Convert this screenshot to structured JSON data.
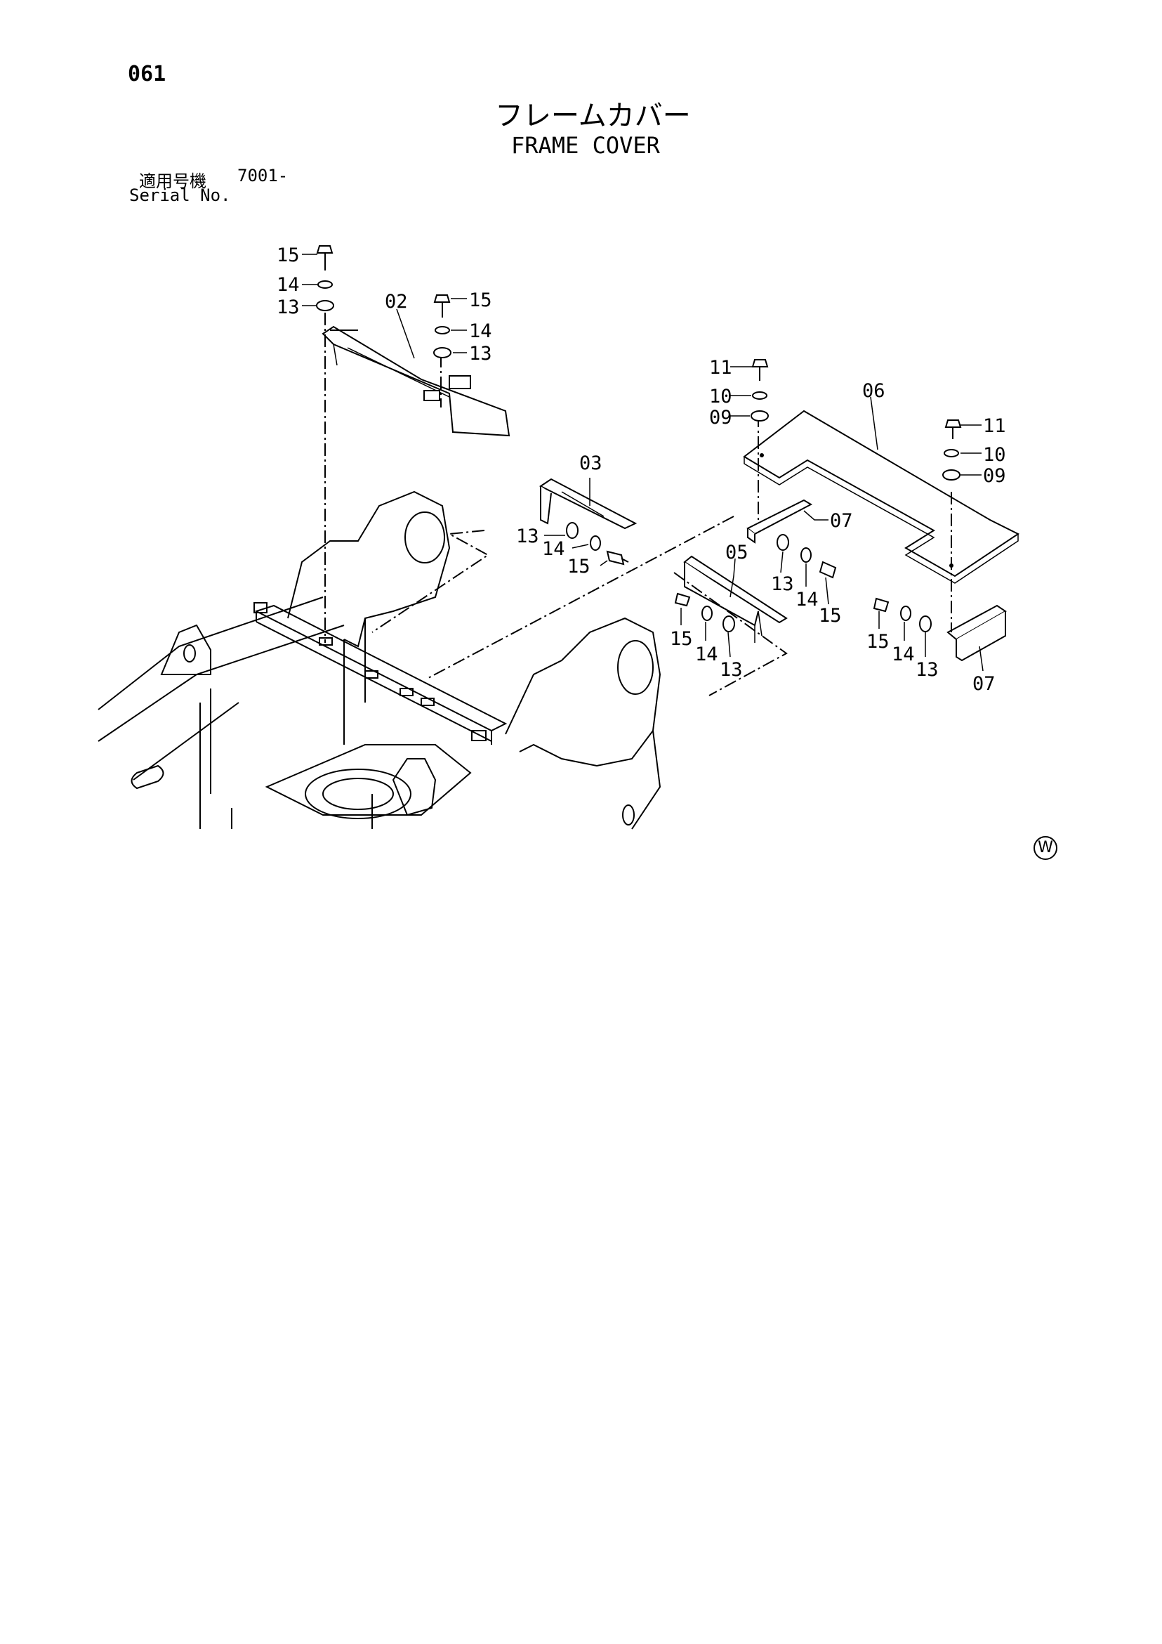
{
  "header": {
    "page_number": "061",
    "title_jp": "フレームカバー",
    "title_en": "FRAME COVER",
    "serial_label_jp": "適用号機",
    "serial_value": "7001-",
    "serial_label_en": "Serial No."
  },
  "callouts": {
    "c02": "02",
    "c03": "03",
    "c05": "05",
    "c06": "06",
    "c07a": "07",
    "c07b": "07",
    "c09a": "09",
    "c09b": "09",
    "c10a": "10",
    "c10b": "10",
    "c11a": "11",
    "c11b": "11",
    "c13a": "13",
    "c13b": "13",
    "c13c": "13",
    "c13d": "13",
    "c13e": "13",
    "c13f": "13",
    "c14a": "14",
    "c14b": "14",
    "c14c": "14",
    "c14d": "14",
    "c14e": "14",
    "c14f": "14",
    "c15a": "15",
    "c15b": "15",
    "c15c": "15",
    "c15d": "15",
    "c15e": "15",
    "c15f": "15"
  },
  "watermark": "W"
}
